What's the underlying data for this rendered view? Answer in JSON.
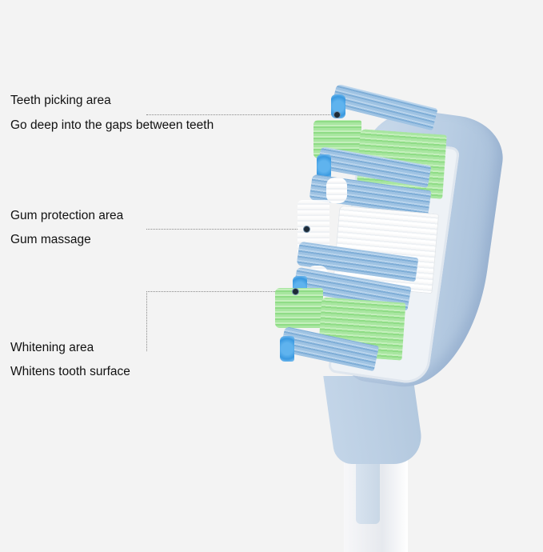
{
  "image": {
    "subject": "toothbrush-head",
    "background_color": "#f3f3f3"
  },
  "callouts": [
    {
      "title": "Teeth picking area",
      "description": "Go deep into the gaps between teeth"
    },
    {
      "title": "Gum protection area",
      "description": "Gum massage"
    },
    {
      "title": "Whitening area",
      "description": "Whitens tooth surface"
    }
  ],
  "colors": {
    "head": "#b8cde3",
    "bristle_blue": "#7faed7",
    "bristle_green": "#8fdc86",
    "bristle_white": "#ffffff",
    "leader_dot": "#1d2a36"
  }
}
